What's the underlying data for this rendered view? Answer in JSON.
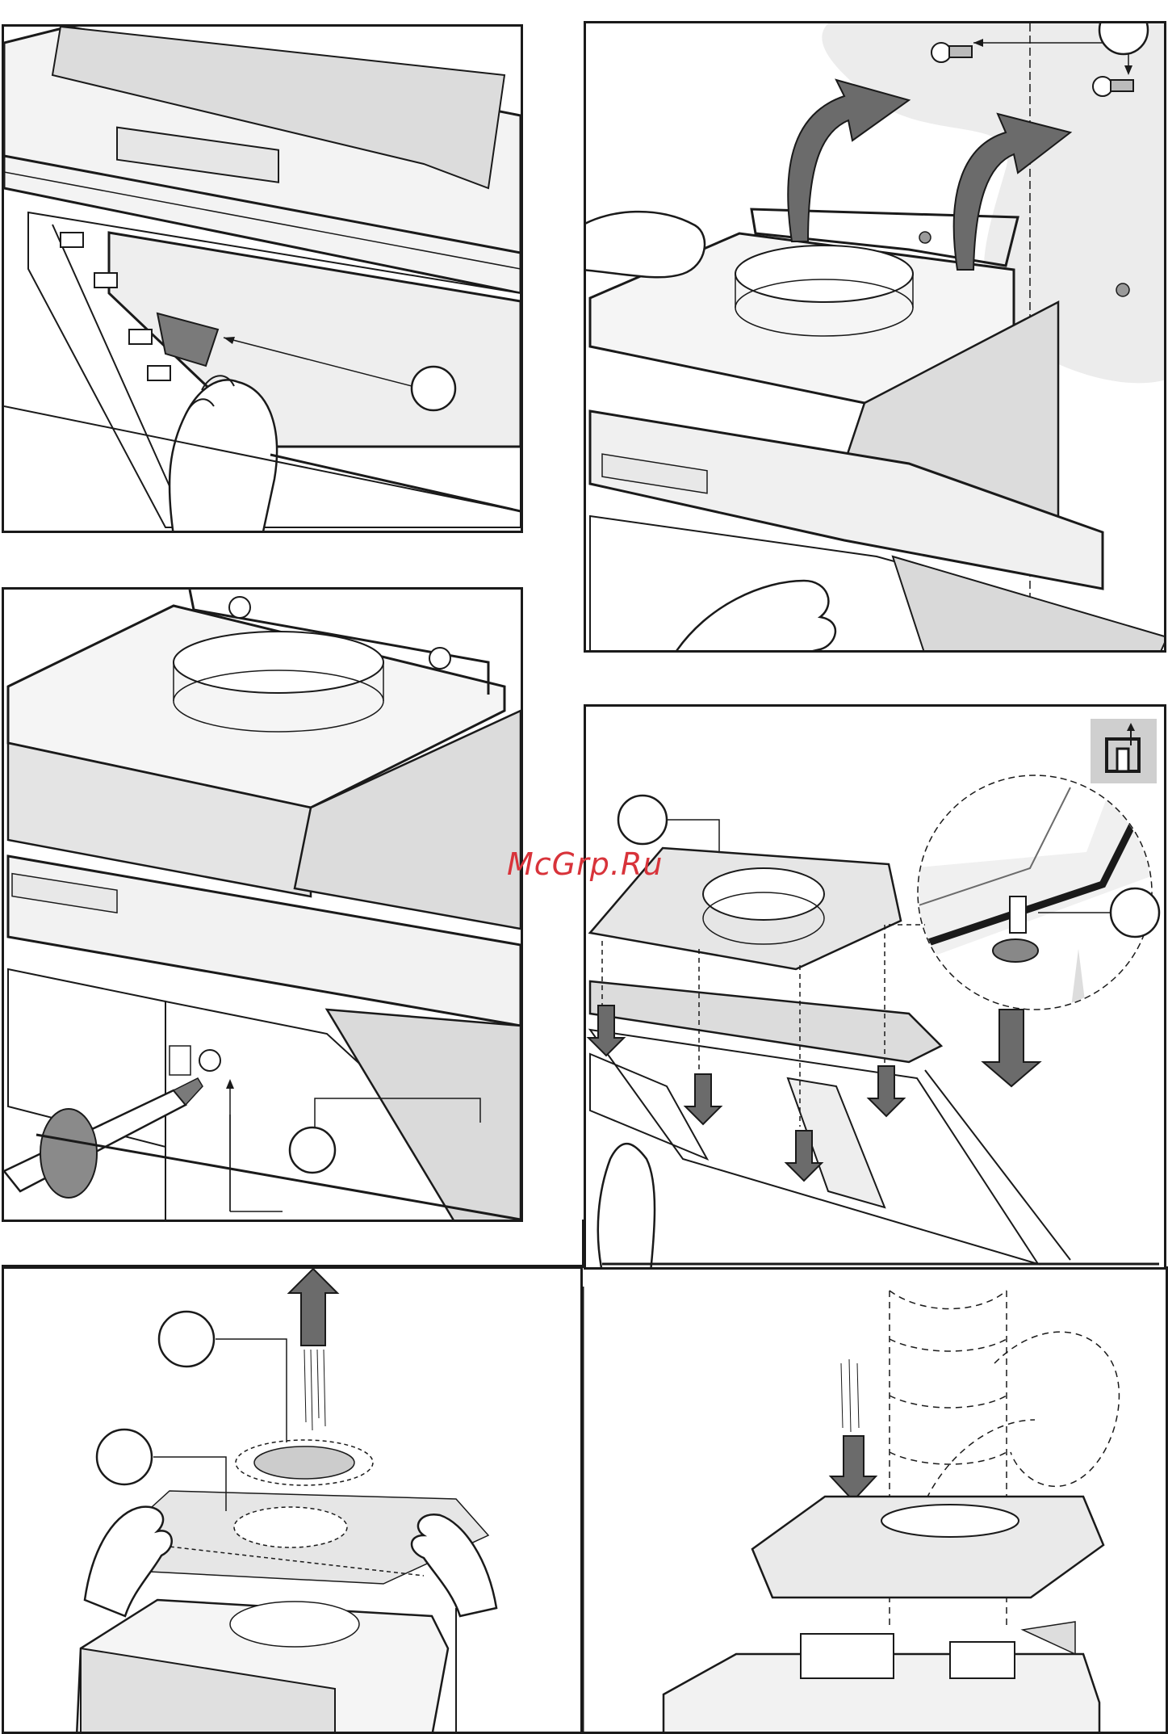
{
  "watermark": {
    "text": "McGrp.Ru",
    "color": "#d8333a"
  },
  "colors": {
    "line": "#1a1a1a",
    "metal_light": "#f2f2f2",
    "metal_mid": "#d4d4d4",
    "metal_dark": "#9a9a9a",
    "arrow_fill": "#6b6b6b",
    "wall_shade": "#ececec"
  },
  "panels": [
    {
      "id": "step-remove-filter",
      "callouts": [
        ""
      ]
    },
    {
      "id": "step-remove-screws-top",
      "callouts": [
        ""
      ]
    },
    {
      "id": "step-unscrew-panel",
      "callouts": [
        ""
      ]
    },
    {
      "id": "step-place-hood",
      "callouts": [
        "",
        ""
      ],
      "icon": "wall-mount-icon"
    },
    {
      "id": "step-lift-grille",
      "callouts": [
        "",
        ""
      ]
    },
    {
      "id": "step-fit-duct",
      "callouts": []
    }
  ]
}
